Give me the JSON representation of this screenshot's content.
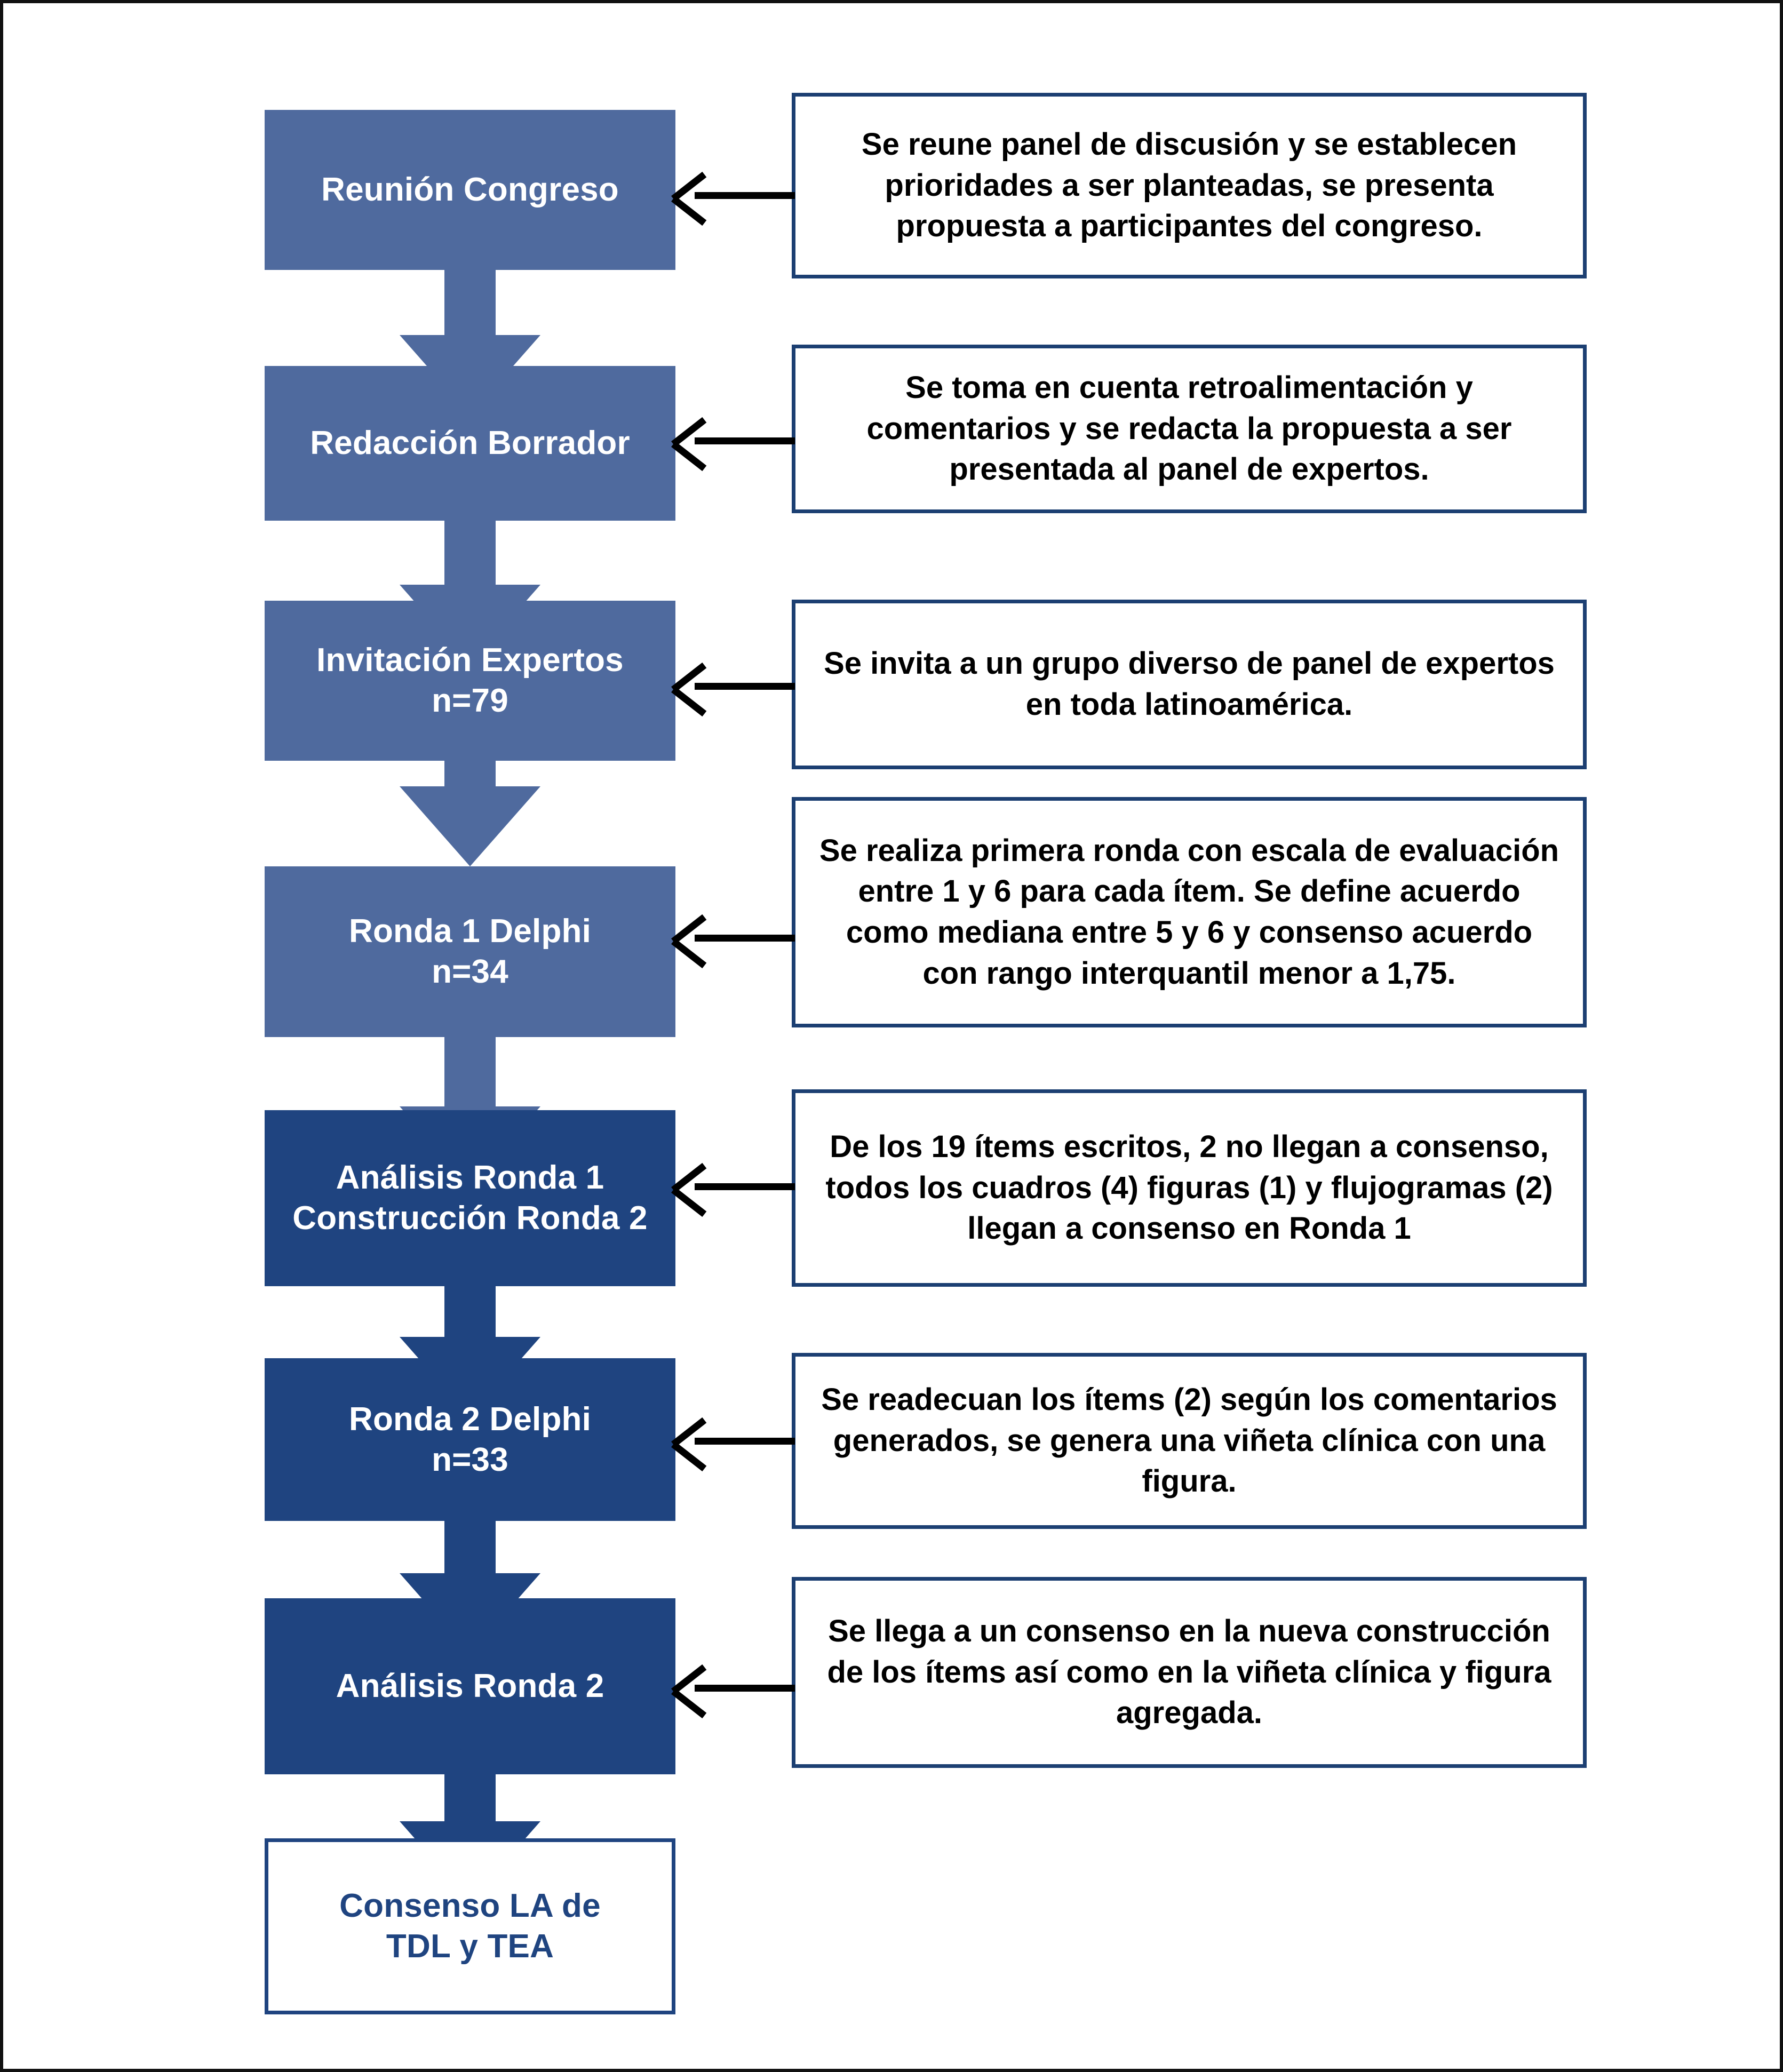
{
  "diagram": {
    "title": "Delphi consensus process flowchart",
    "colors": {
      "stage_light": "#4F6A9E",
      "stage_dark": "#1F4480",
      "box_border": "#1C3F72",
      "arrow": "#000000",
      "background": "#FFFFFF"
    },
    "steps": [
      {
        "id": "reunion-congreso",
        "stage_label": "Reunión Congreso",
        "description": "Se reune panel de discusión y se establecen prioridades a ser planteadas, se presenta propuesta a participantes del congreso.",
        "tone": "light"
      },
      {
        "id": "redaccion-borrador",
        "stage_label": "Redacción Borrador",
        "description": "Se toma en cuenta retroalimentación y comentarios y se redacta la propuesta a ser presentada al panel de expertos.",
        "tone": "light"
      },
      {
        "id": "invitacion-expertos",
        "stage_label": "Invitación Expertos\nn=79",
        "description": "Se invita a un grupo diverso de panel de expertos en toda latinoamérica.",
        "tone": "light",
        "n": "n=79"
      },
      {
        "id": "ronda-1-delphi",
        "stage_label": "Ronda 1 Delphi\nn=34",
        "description": "Se realiza primera ronda con escala de evaluación entre 1 y 6 para cada ítem. Se define acuerdo como mediana entre 5 y 6 y consenso acuerdo con rango interquantil menor a 1,75.",
        "tone": "light",
        "n": "n=34"
      },
      {
        "id": "analisis-ronda-1",
        "stage_label": "Análisis Ronda 1\nConstrucción Ronda 2",
        "description": "De los 19 ítems escritos, 2 no llegan a consenso, todos los cuadros (4) figuras (1) y flujogramas (2) llegan a consenso en Ronda 1",
        "tone": "dark"
      },
      {
        "id": "ronda-2-delphi",
        "stage_label": "Ronda 2 Delphi\nn=33",
        "description": "Se readecuan los ítems (2) según los comentarios generados, se genera una viñeta clínica con una figura.",
        "tone": "dark",
        "n": "n=33"
      },
      {
        "id": "analisis-ronda-2",
        "stage_label": "Análisis Ronda 2",
        "description": "Se llega a un consenso en la nueva construcción de los ítems así como en la viñeta clínica y figura agregada.",
        "tone": "dark"
      }
    ],
    "result": {
      "id": "consenso-la",
      "label": "Consenso LA de\nTDL y TEA"
    }
  }
}
